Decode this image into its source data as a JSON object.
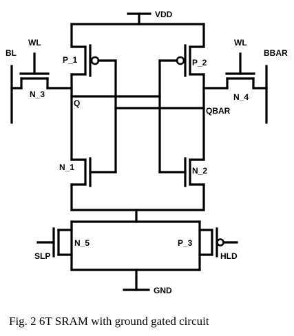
{
  "labels": {
    "vdd": "VDD",
    "gnd": "GND",
    "wl_left": "WL",
    "wl_right": "WL",
    "bl": "BL",
    "bbar": "BBAR",
    "p1": "P_1",
    "p2": "P_2",
    "p3": "P_3",
    "n1": "N_1",
    "n2": "N_2",
    "n3": "N_3",
    "n4": "N_4",
    "n5": "N_5",
    "q": "Q",
    "qbar": "QBAR",
    "slp": "SLP",
    "hld": "HLD"
  },
  "caption": "Fig. 2 6T SRAM with ground gated circuit"
}
